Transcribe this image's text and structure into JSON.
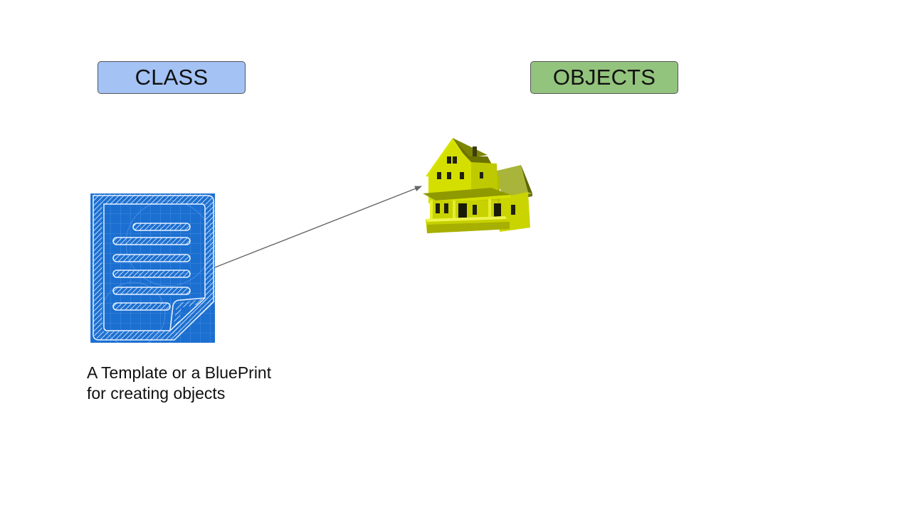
{
  "diagram": {
    "class_label": "CLASS",
    "objects_label": "OBJECTS",
    "caption_line1": "A Template or a BluePrint",
    "caption_line2": "for creating objects"
  },
  "colors": {
    "class_box_fill": "#a4c2f4",
    "objects_box_fill": "#93c47d",
    "blueprint_blue": "#1b6fd0",
    "house_yellow": "#c8d400",
    "arrow": "#666666"
  },
  "icons": {
    "blueprint": "blueprint-document-icon",
    "house": "house-object-icon",
    "arrow": "instantiation-arrow"
  }
}
